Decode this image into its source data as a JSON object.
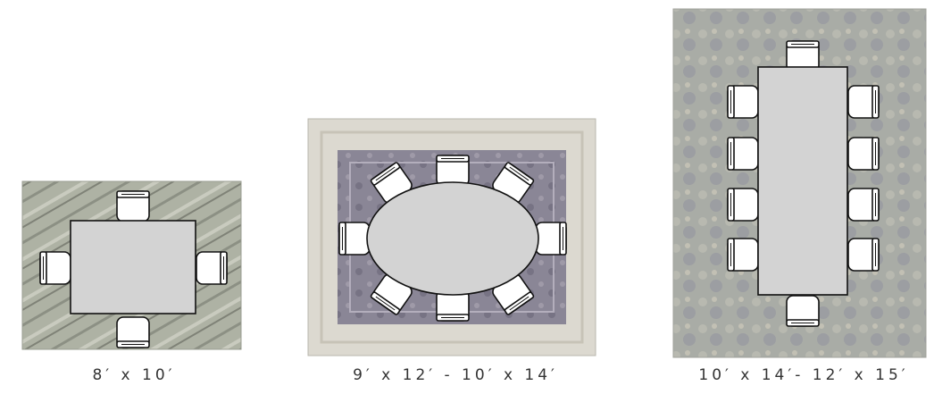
{
  "layouts": [
    {
      "size_label": "8′ x 10′",
      "table_shape": "rectangle",
      "seats": 4
    },
    {
      "size_label": "9′ x 12′ - 10′ x 14′",
      "table_shape": "oval",
      "seats": 8
    },
    {
      "size_label": "10′ x 14′- 12′ x 15′",
      "table_shape": "rectangle",
      "seats": 10
    }
  ],
  "colors": {
    "rug_small": "#a9ac9f",
    "rug_medium_border": "#d9d6cd",
    "rug_medium_field": "#8a8696",
    "rug_large": "#a8aaa6",
    "table_fill": "#d3d3d3",
    "outline": "#111111"
  }
}
